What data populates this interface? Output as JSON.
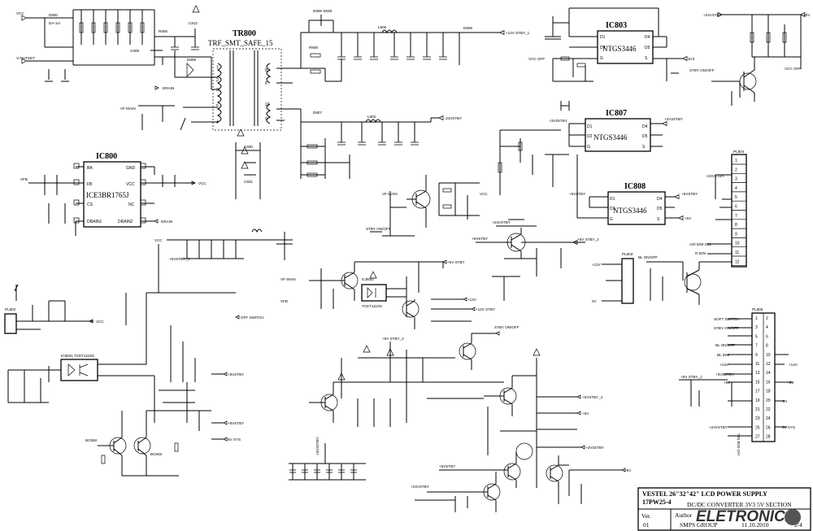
{
  "ics": {
    "ic803": {
      "ref": "IC803",
      "part": "NTGS3446"
    },
    "ic807": {
      "ref": "IC807",
      "part": "NTGS3446"
    },
    "ic808": {
      "ref": "IC808",
      "part": "NTGS3446"
    },
    "ic800": {
      "ref": "IC800",
      "part": "ICE3BR1765J"
    }
  },
  "transformer": {
    "ref": "TR800",
    "part": "TRF_SMT_SAFE_15"
  },
  "ic800_pins": {
    "ba": "BA",
    "gnd": "GND",
    "fb": "FB",
    "vcc": "VCC",
    "cs": "CS",
    "nc": "NC",
    "drain1": "DRAIN1",
    "drain2": "DRAIN2"
  },
  "connectors": {
    "pl804": {
      "ref": "PL804",
      "pins": [
        "1",
        "2",
        "3",
        "4",
        "5",
        "6",
        "7",
        "8",
        "9",
        "10",
        "11",
        "12"
      ]
    },
    "pl805": {
      "ref": "PL805",
      "pins": [
        "1",
        "2",
        "3",
        "4",
        "5",
        "6",
        "7",
        "8",
        "9",
        "10",
        "11",
        "12",
        "13",
        "14",
        "15",
        "16",
        "17",
        "18",
        "19",
        "20",
        "21",
        "22",
        "23",
        "24",
        "25",
        "26",
        "27",
        "28"
      ]
    },
    "pl803": {
      "ref": "PL803"
    },
    "pl802": {
      "ref": "PL802"
    }
  },
  "nets": {
    "vcc": "VCC",
    "drain": "DRAIN",
    "v12v_1": "+12V STBY_1",
    "v24v": "24VSTBY",
    "v3v3": "+3V3STBY",
    "v5v": "+5V",
    "v5v_2": "+5V STBY_2",
    "v12v": "+12V",
    "softswitch": "SOFT SWITCH",
    "stby_onoff": "STBY ON/OFF",
    "bl_onoff": "BL ON/OFF",
    "bl_dim": "BL DIM",
    "amp_en": "A/D DIM SEL",
    "vcc_off": "VCC OFF"
  },
  "title_block": {
    "title1": "VESTEL 26\"32\"42\" LCD POWER SUPPLY",
    "title2": "17PW25-4",
    "title3": "DC/DC CONVERTER 3V3 5V SECTION",
    "ver_label": "Ver.",
    "ver_value": "01",
    "author_label": "Author",
    "author_value": "SMPS GROUP",
    "date": "11.10.2010",
    "sheet": "2/4",
    "logo": "ELETRONICA"
  }
}
